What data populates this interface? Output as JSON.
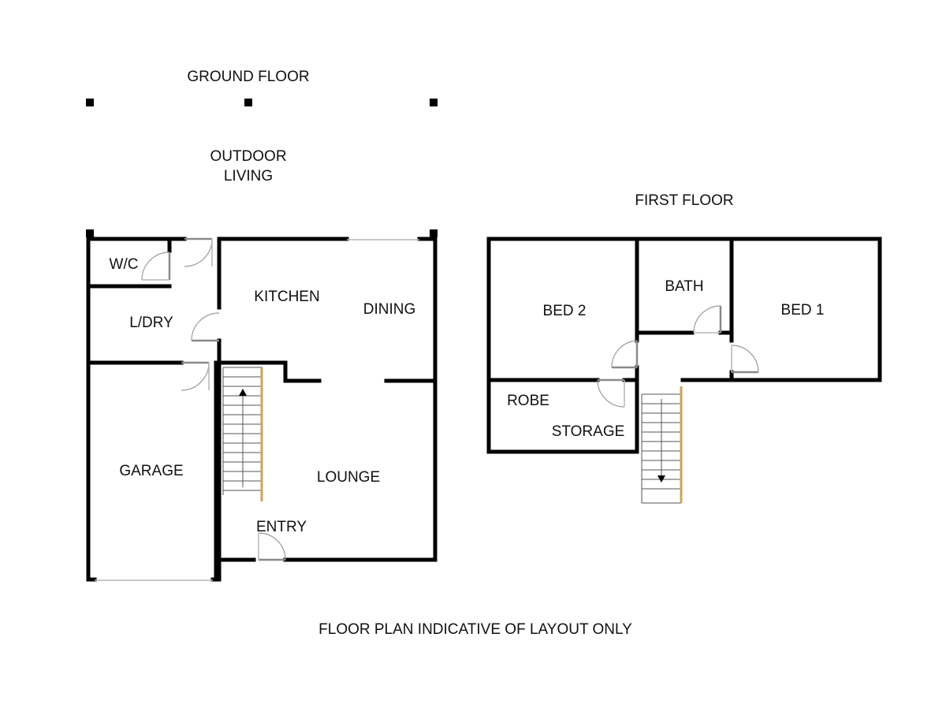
{
  "ground_floor": {
    "title": "GROUND FLOOR",
    "outdoor_label_line1": "OUTDOOR",
    "outdoor_label_line2": "LIVING",
    "rooms": {
      "wc": "W/C",
      "laundry": "L/DRY",
      "garage": "GARAGE",
      "kitchen": "KITCHEN",
      "dining": "DINING",
      "lounge": "LOUNGE",
      "entry": "ENTRY"
    }
  },
  "first_floor": {
    "title": "FIRST FLOOR",
    "rooms": {
      "bed2": "BED 2",
      "bath": "BATH",
      "bed1": "BED 1",
      "robe": "ROBE",
      "storage": "STORAGE"
    }
  },
  "footer_note": "FLOOR PLAN INDICATIVE OF LAYOUT ONLY"
}
